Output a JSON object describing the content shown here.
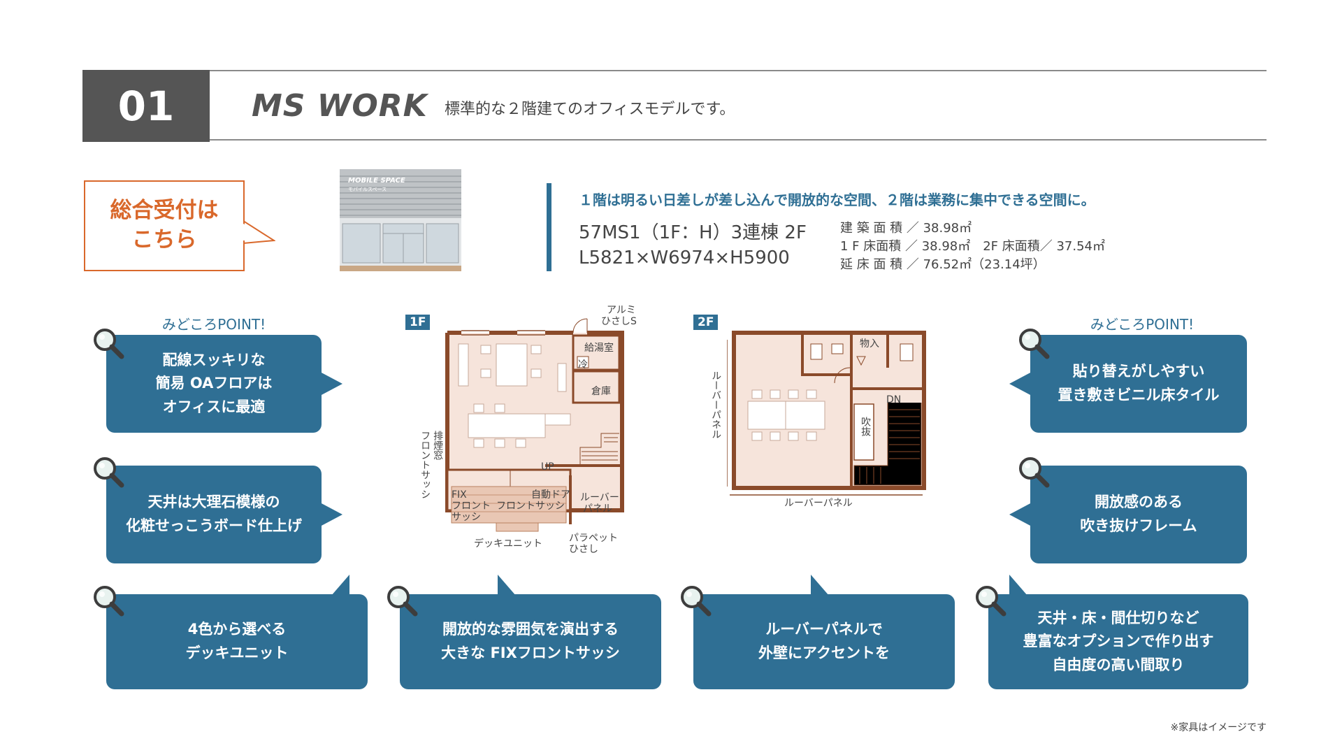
{
  "header": {
    "number": "01",
    "model": "MS WORK",
    "tagline": "標準的な２階建てのオフィスモデルです。"
  },
  "reception": {
    "line1": "総合受付は",
    "line2": "こちら"
  },
  "building": {
    "sign": "MOBILE SPACE",
    "subsign": "モバイルスペース"
  },
  "specs": {
    "lead": "１階は明るい日差しが差し込んで開放的な空間、２階は業務に集中できる空間に。",
    "code": "57MS1（1F：H）3連棟 2F",
    "dimensions": "L5821×W6974×H5900",
    "area1": "建 築 面 積 ／ 38.98㎡",
    "area2": "1 F 床面積 ／ 38.98㎡　2F 床面積／ 37.54㎡",
    "area3": "延 床 面 積 ／ 76.52㎡（23.14坪）"
  },
  "points_left_label": "みどころPOINT!",
  "points_right_label": "みどころPOINT!",
  "bubbles": {
    "b1": [
      "配線スッキリな",
      "簡易 OAフロアは",
      "オフィスに最適"
    ],
    "b2": [
      "天井は大理石模様の",
      "化粧せっこうボード仕上げ"
    ],
    "b3": [
      "貼り替えがしやすい",
      "置き敷きビニル床タイル"
    ],
    "b4": [
      "開放感のある",
      "吹き抜けフレーム"
    ],
    "b5": [
      "4色から選べる",
      "デッキユニット"
    ],
    "b6": [
      "開放的な雰囲気を演出する",
      "大きな FIXフロントサッシ"
    ],
    "b7": [
      "ルーバーパネルで",
      "外壁にアクセントを"
    ],
    "b8": [
      "天井・床・間仕切りなど",
      "豊富なオプションで作り出す",
      "自由度の高い間取り"
    ]
  },
  "plan1f": {
    "tag": "1F",
    "labels": {
      "alumi": "アルミ",
      "hisashi_s": "ひさしS",
      "kyuto": "給湯室",
      "rei": "冷",
      "souko": "倉庫",
      "haien_mado": "排煙窓",
      "front_sash_v": "フロントサッシ",
      "up": "UP",
      "fix": "FIX",
      "fix_front": "フロント",
      "fix_sash": "サッシ",
      "jido_door": "自動ドア",
      "jido_sash": "フロントサッシ",
      "louver": "ルーバー",
      "panel": "パネル",
      "deck": "デッキユニット",
      "parapet": "パラペット",
      "hisashi": "ひさし"
    }
  },
  "plan2f": {
    "tag": "2F",
    "labels": {
      "monoire": "物入",
      "dn": "DN",
      "fukinuke": "吹抜",
      "louver_side": "ルーバーパネル",
      "louver_bottom": "ルーバーパネル"
    }
  },
  "footnote": "※家具はイメージです",
  "colors": {
    "accent_blue": "#2f6f94",
    "accent_orange": "#d9682b",
    "wall_brown": "#8a4a2a",
    "floor_pink": "#f6e4db",
    "header_gray": "#555555"
  }
}
